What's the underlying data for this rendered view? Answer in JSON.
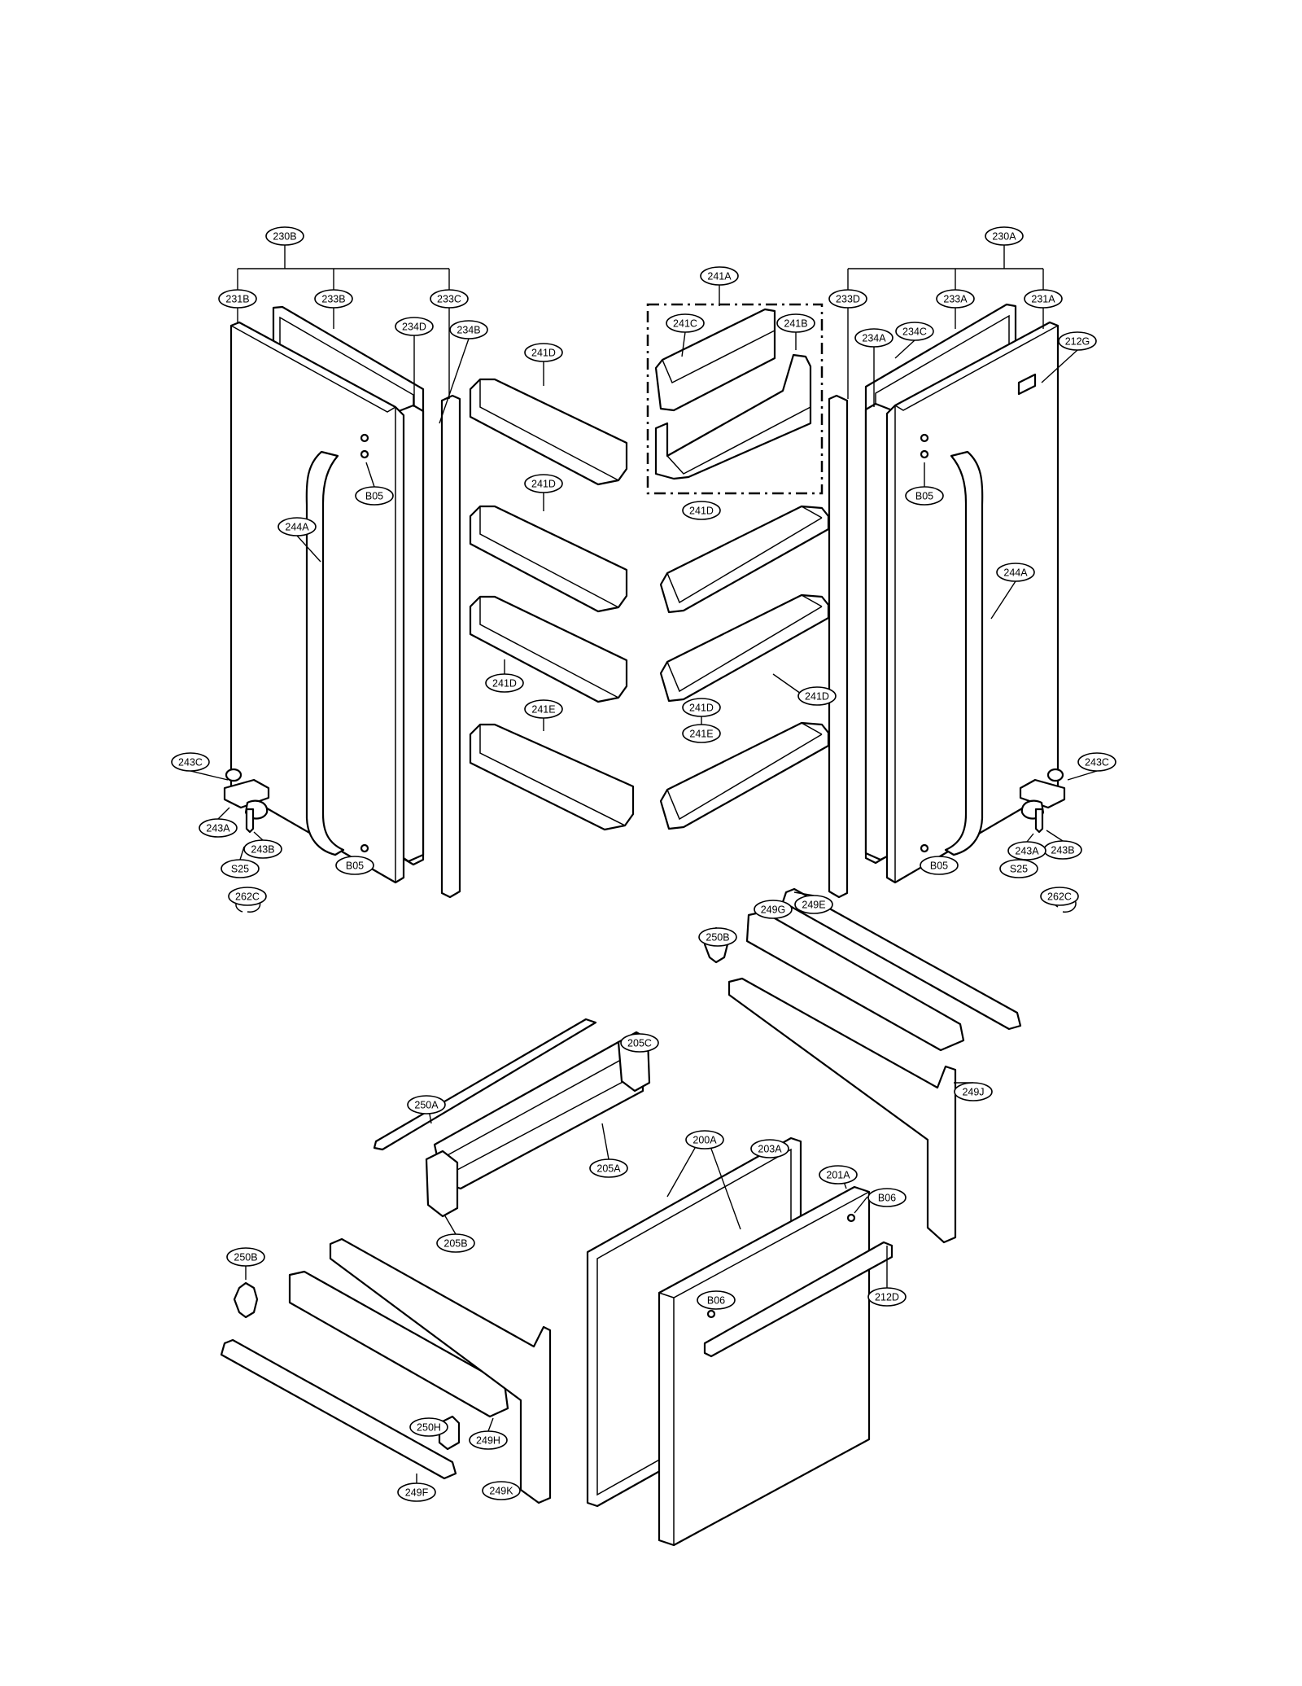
{
  "labels": {
    "p230B": "230B",
    "p231B": "231B",
    "p233B": "233B",
    "p233C": "233C",
    "p234D": "234D",
    "p234B": "234B",
    "p241D_1": "241D",
    "p241A": "241A",
    "p241C": "241C",
    "p241B": "241B",
    "p230A": "230A",
    "p233D": "233D",
    "p233A": "233A",
    "p231A": "231A",
    "p234C": "234C",
    "p234A": "234A",
    "p212G": "212G",
    "p244A_L": "244A",
    "p244A_R": "244A",
    "p241D_2": "241D",
    "p241D_3": "241D",
    "p241D_4": "241D",
    "p241D_5": "241D",
    "p241D_6": "241D",
    "p241E_L": "241E",
    "p241E_R": "241E",
    "pB05_1": "B05",
    "pB05_2": "B05",
    "pB05_3": "B05",
    "pB05_4": "B05",
    "p243C_L": "243C",
    "p243A_L": "243A",
    "p243B_L": "243B",
    "pS25_L": "S25",
    "p262C_L": "262C",
    "p243C_R": "243C",
    "p243B_R": "243B",
    "p243A_R": "243A",
    "pS25_R": "S25",
    "p262C_R": "262C",
    "p249E": "249E",
    "p249G": "249G",
    "p250B_1": "250B",
    "p205C": "205C",
    "p249J": "249J",
    "p250A": "250A",
    "p205A": "205A",
    "p200A": "200A",
    "p203A": "203A",
    "p201A": "201A",
    "pB06_1": "B06",
    "p205B": "205B",
    "p250B_2": "250B",
    "pB06_2": "B06",
    "p212D": "212D",
    "p250H": "250H",
    "p249H": "249H",
    "p249F": "249F",
    "p249K": "249K"
  }
}
